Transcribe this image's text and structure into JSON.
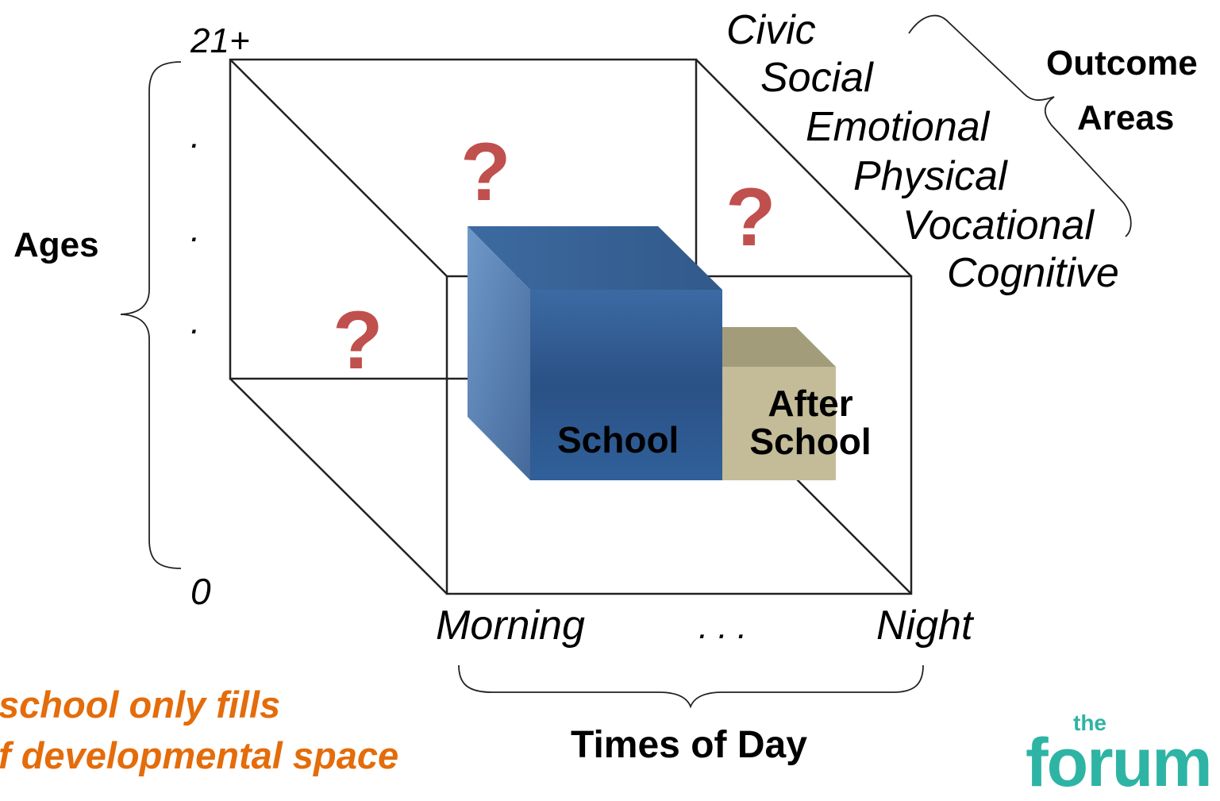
{
  "diagram": {
    "ages_label": "Ages",
    "age_top": "21+",
    "age_dots": [
      ".",
      ".",
      "."
    ],
    "age_bottom": "0",
    "time_start": "Morning",
    "time_ellipsis": ". . .",
    "time_end": "Night",
    "times_label": "Times of Day",
    "outcome_label_line1": "Outcome",
    "outcome_label_line2": "Areas",
    "outcome_areas": [
      "Civic",
      "Social",
      "Emotional",
      "Physical",
      "Vocational",
      "Cognitive"
    ],
    "question_mark": "?",
    "school_label": "School",
    "after_school_line1": "After",
    "after_school_line2": "School"
  },
  "caption": {
    "line1": "school only fills",
    "line2": "f developmental space"
  },
  "logo": {
    "small": "the",
    "main": "forum"
  },
  "colors": {
    "question_mark": "#c0504d",
    "school_front": "#2f5a8f",
    "after_school_front": "#c4bc98",
    "caption": "#e46c0a",
    "logo": "#2eb4a4"
  }
}
